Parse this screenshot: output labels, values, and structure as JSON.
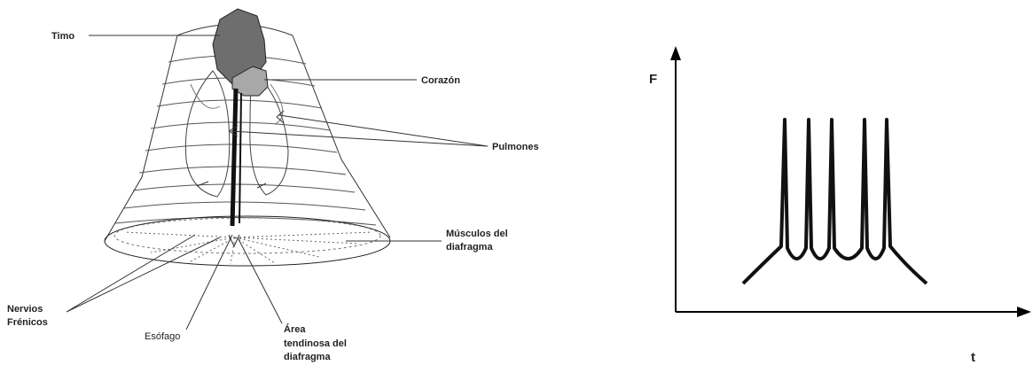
{
  "anatomy": {
    "labels": {
      "timo": "Timo",
      "corazon": "Corazón",
      "pulmones": "Pulmones",
      "musculos_line1": "Músculos del",
      "musculos_line2": "diafragma",
      "nervios_line1": "Nervios",
      "nervios_line2": "Frénicos",
      "esofago": "Esófago",
      "area_line1": "Área",
      "area_line2": "tendinosa del",
      "area_line3": "diafragma"
    },
    "colors": {
      "thymus": "#6e6e6e",
      "heart": "#a8a8a8",
      "outline": "#333333",
      "nerve": "#111111"
    }
  },
  "graph": {
    "y_label": "F",
    "x_label": "t",
    "spike_count": 5,
    "colors": {
      "trace": "#111111",
      "axis": "#000000"
    }
  }
}
